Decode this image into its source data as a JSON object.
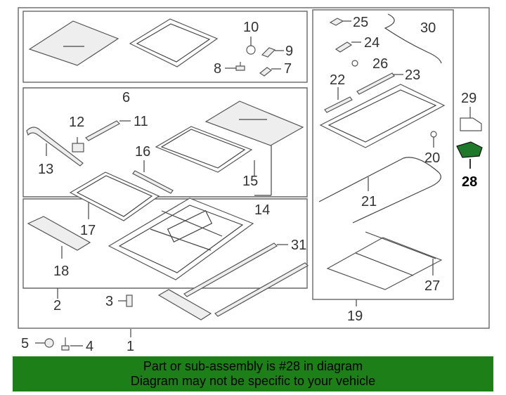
{
  "callouts": {
    "c1": "1",
    "c2": "2",
    "c3": "3",
    "c4": "4",
    "c5": "5",
    "c6": "6",
    "c7": "7",
    "c8": "8",
    "c9": "9",
    "c10": "10",
    "c11": "11",
    "c12": "12",
    "c13": "13",
    "c14": "14",
    "c15": "15",
    "c16": "16",
    "c17": "17",
    "c18": "18",
    "c19": "19",
    "c20": "20",
    "c21": "21",
    "c22": "22",
    "c23": "23",
    "c24": "24",
    "c25": "25",
    "c26": "26",
    "c27": "27",
    "c28": "28",
    "c29": "29",
    "c30": "30",
    "c31": "31"
  },
  "highlight": {
    "part": "28",
    "color": "#1e7a2a"
  },
  "banner": {
    "line1": "Part or sub-assembly is #28 in diagram",
    "line2": "Diagram may not be specific to your vehicle",
    "background": "#1c7f17"
  }
}
